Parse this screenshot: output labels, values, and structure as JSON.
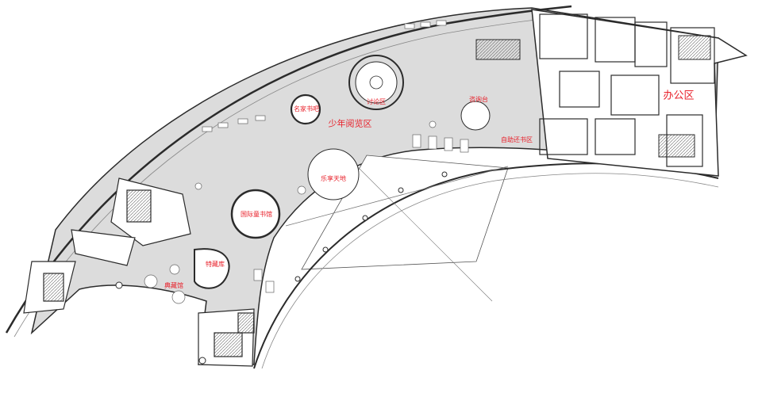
{
  "labels": {
    "famous_bar": "名家书吧",
    "discussion": "讨论区",
    "youth_reading": "少年阅览区",
    "enquiry": "咨询台",
    "self_return": "自助还书区",
    "office": "办公区",
    "fun_space": "乐享天地",
    "intl_children": "国际童书馆",
    "special_storage": "特藏库",
    "classics_hall": "典藏馆"
  },
  "colors": {
    "floor": "#dcdcdc",
    "wall": "#2b2b2b",
    "label": "#e8202a",
    "background": "#ffffff"
  }
}
